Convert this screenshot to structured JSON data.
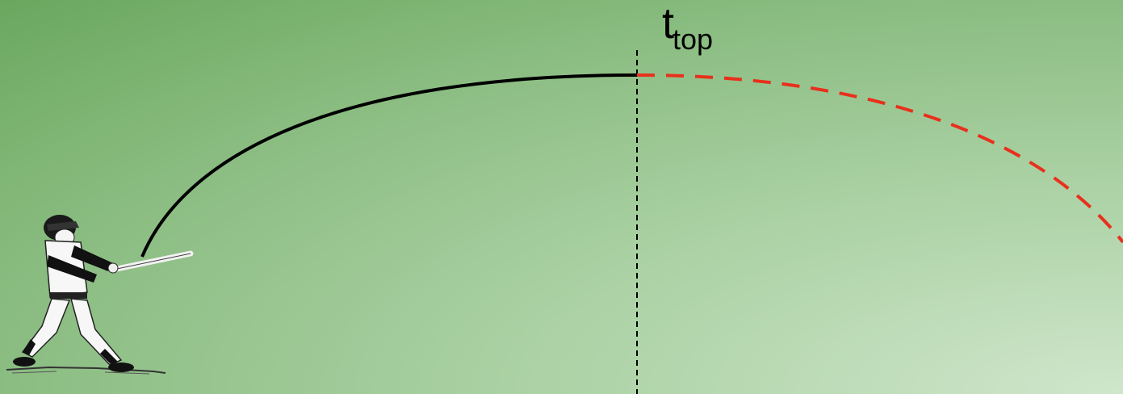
{
  "diagram": {
    "peak_label": {
      "base": "t",
      "subscript": "top"
    },
    "colors": {
      "ascent_path": "#000000",
      "descent_path": "#e8301c",
      "divider_line": "#000000",
      "background_dark": "#6aa75e",
      "background_light": "#cfe6cb"
    },
    "elements": {
      "batter": "batter-figure",
      "ascent": "solid-trajectory",
      "descent": "dashed-trajectory",
      "divider": "vertical-dashed-divider"
    }
  }
}
